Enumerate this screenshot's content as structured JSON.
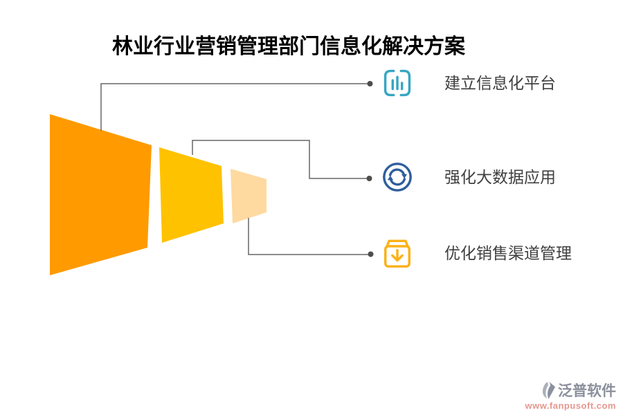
{
  "title": {
    "text": "林业行业营销管理部门信息化解决方案",
    "color": "#000000"
  },
  "funnel": {
    "type": "funnel",
    "orientation": "horizontal-left-to-right",
    "segments": [
      {
        "name": "stage-1-large",
        "color": "#FF9A00"
      },
      {
        "name": "stage-2-medium",
        "color": "#FFC200"
      },
      {
        "name": "stage-3-small",
        "color": "#FED9A0"
      }
    ],
    "connector_color": "#666666",
    "dot_color": "#4d4d4d"
  },
  "items": [
    {
      "label": "建立信息化平台",
      "icon": "bar-chart-icon",
      "icon_color": "#36A6C3"
    },
    {
      "label": "强化大数据应用",
      "icon": "sync-icon",
      "icon_color": "#2F5E9C"
    },
    {
      "label": "优化销售渠道管理",
      "icon": "package-download-icon",
      "icon_color": "#FBB117"
    }
  ],
  "label_color": "#3F3F3F",
  "watermark": {
    "brand": "泛普软件",
    "url": "www.fanpusoft.com",
    "brand_color": "#8A8F9B",
    "url_color": "#E5978E",
    "logo": "fanpu-logo-icon"
  }
}
